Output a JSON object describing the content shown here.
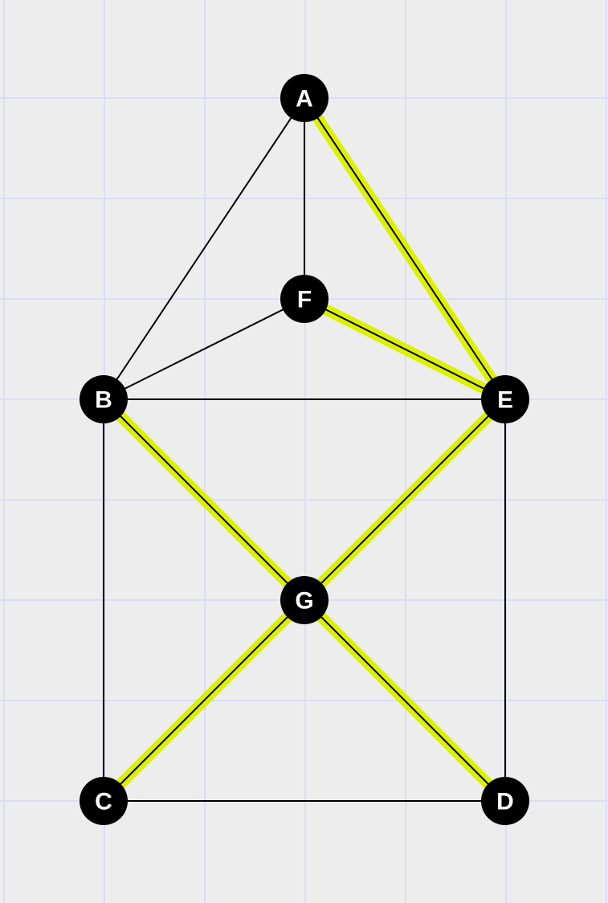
{
  "colors": {
    "background": "#ededed",
    "grid": "#dcdcf6",
    "highlight": "#dcf000",
    "edge": "#000000",
    "node_fill": "#000000",
    "node_text": "#ffffff"
  },
  "nodes": [
    {
      "id": "A",
      "label": "A"
    },
    {
      "id": "B",
      "label": "B"
    },
    {
      "id": "C",
      "label": "C"
    },
    {
      "id": "D",
      "label": "D"
    },
    {
      "id": "E",
      "label": "E"
    },
    {
      "id": "F",
      "label": "F"
    },
    {
      "id": "G",
      "label": "G"
    }
  ],
  "edges": [
    {
      "from": "A",
      "to": "B",
      "highlighted": false
    },
    {
      "from": "A",
      "to": "F",
      "highlighted": false
    },
    {
      "from": "A",
      "to": "E",
      "highlighted": true
    },
    {
      "from": "F",
      "to": "B",
      "highlighted": false
    },
    {
      "from": "F",
      "to": "E",
      "highlighted": true
    },
    {
      "from": "B",
      "to": "E",
      "highlighted": false
    },
    {
      "from": "B",
      "to": "C",
      "highlighted": false
    },
    {
      "from": "B",
      "to": "G",
      "highlighted": true
    },
    {
      "from": "E",
      "to": "D",
      "highlighted": false
    },
    {
      "from": "E",
      "to": "G",
      "highlighted": true
    },
    {
      "from": "G",
      "to": "C",
      "highlighted": true
    },
    {
      "from": "G",
      "to": "D",
      "highlighted": true
    },
    {
      "from": "C",
      "to": "D",
      "highlighted": false
    }
  ]
}
